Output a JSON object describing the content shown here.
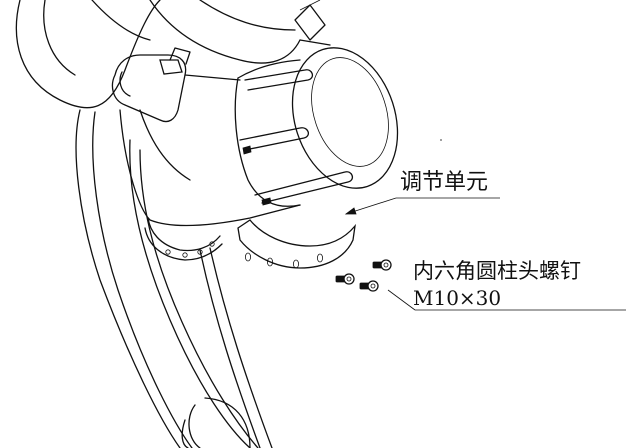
{
  "labels": {
    "adjust_unit": "调节单元",
    "screw_name": "内六角圆柱头螺钉",
    "screw_spec": "M10×30"
  },
  "colors": {
    "line": "#111111",
    "background": "#ffffff"
  }
}
